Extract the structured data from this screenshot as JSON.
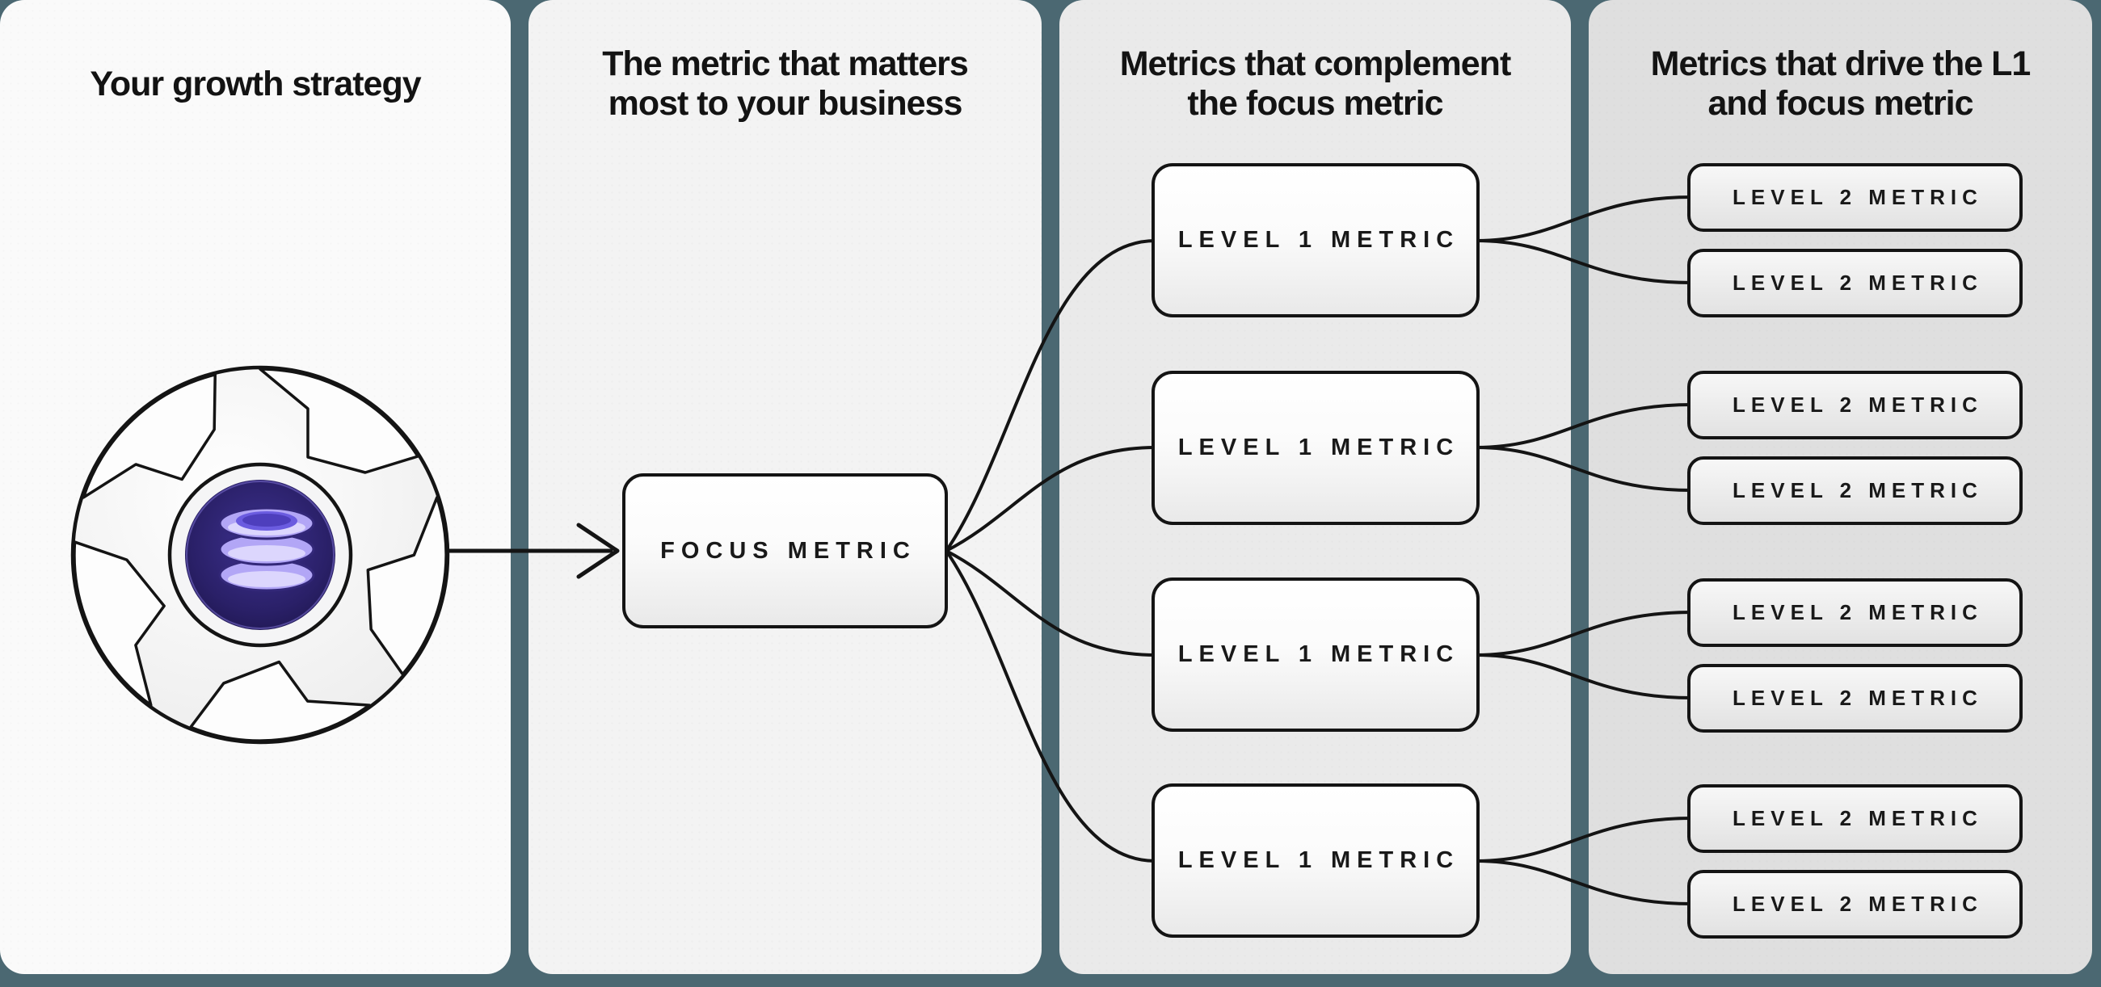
{
  "colors": {
    "background": "#4b6872",
    "panel1": "#fafafa",
    "panel2": "#f3f3f3",
    "panel3": "#eaeaea",
    "panel4": "#dfdfdf",
    "stroke": "#141414",
    "hub_disc_purple": "#2a2068",
    "database_purple": "#b2a6f6"
  },
  "panels": [
    {
      "title_line1": "Your growth strategy",
      "title_line2": ""
    },
    {
      "title_line1": "The metric that matters",
      "title_line2": "most to your business"
    },
    {
      "title_line1": "Metrics that complement",
      "title_line2": "the focus metric"
    },
    {
      "title_line1": "Metrics that drive the L1",
      "title_line2": "and focus metric"
    }
  ],
  "hub_icon": "growth-loop-database-icon",
  "focus_metric": {
    "label": "FOCUS METRIC"
  },
  "level1_metrics": [
    {
      "label": "LEVEL 1 METRIC"
    },
    {
      "label": "LEVEL 1 METRIC"
    },
    {
      "label": "LEVEL 1 METRIC"
    },
    {
      "label": "LEVEL 1 METRIC"
    }
  ],
  "level2_metrics": [
    {
      "label": "LEVEL 2 METRIC"
    },
    {
      "label": "LEVEL 2 METRIC"
    },
    {
      "label": "LEVEL 2 METRIC"
    },
    {
      "label": "LEVEL 2 METRIC"
    },
    {
      "label": "LEVEL 2 METRIC"
    },
    {
      "label": "LEVEL 2 METRIC"
    },
    {
      "label": "LEVEL 2 METRIC"
    },
    {
      "label": "LEVEL 2 METRIC"
    }
  ]
}
